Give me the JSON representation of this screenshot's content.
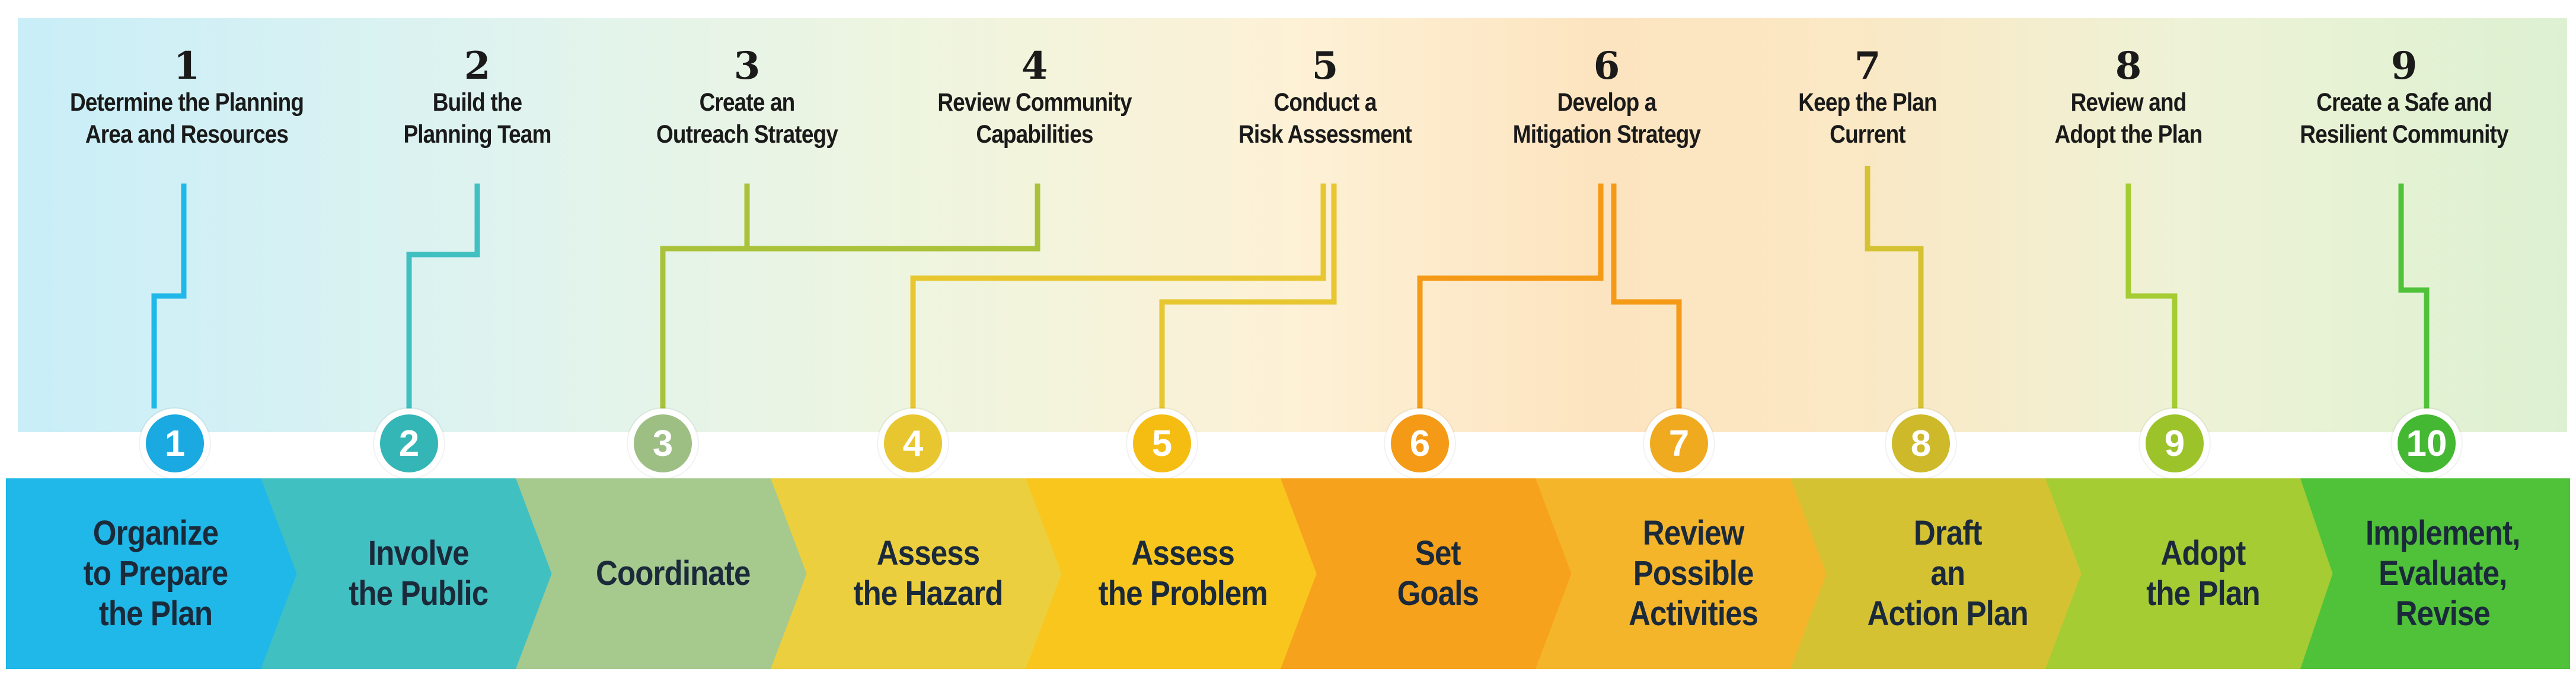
{
  "top_steps": [
    {
      "number": "1",
      "text": "Determine the Planning\nArea and Resources"
    },
    {
      "number": "2",
      "text": "Build the\nPlanning Team"
    },
    {
      "number": "3",
      "text": "Create an\nOutreach Strategy"
    },
    {
      "number": "4",
      "text": "Review Community\nCapabilities"
    },
    {
      "number": "5",
      "text": "Conduct a\nRisk Assessment"
    },
    {
      "number": "6",
      "text": "Develop a\nMitigation Strategy"
    },
    {
      "number": "7",
      "text": "Keep the Plan\nCurrent"
    },
    {
      "number": "8",
      "text": "Review and\nAdopt the Plan"
    },
    {
      "number": "9",
      "text": "Create a Safe and\nResilient Community"
    }
  ],
  "bottom_steps": [
    {
      "number": "1",
      "label": "Organize\nto Prepare\nthe Plan",
      "color": "#1fb8e8",
      "circle_color": "#1aa9e0"
    },
    {
      "number": "2",
      "label": "Involve\nthe Public",
      "color": "#41c0c2",
      "circle_color": "#35b6b6"
    },
    {
      "number": "3",
      "label": "Coordinate",
      "color": "#a6c98e",
      "circle_color": "#9dbf84"
    },
    {
      "number": "4",
      "label": "Assess\nthe Hazard",
      "color": "#eccf3e",
      "circle_color": "#e8c630"
    },
    {
      "number": "5",
      "label": "Assess\nthe Problem",
      "color": "#f9c61d",
      "circle_color": "#f5bd12"
    },
    {
      "number": "6",
      "label": "Set\nGoals",
      "color": "#f7a21c",
      "circle_color": "#f49a16"
    },
    {
      "number": "7",
      "label": "Review\nPossible\nActivities",
      "color": "#f5b52a",
      "circle_color": "#f0aa20"
    },
    {
      "number": "8",
      "label": "Draft\nan\nAction Plan",
      "color": "#d5c233",
      "circle_color": "#cdb92a"
    },
    {
      "number": "9",
      "label": "Adopt\nthe Plan",
      "color": "#a5cc33",
      "circle_color": "#9cc42a"
    },
    {
      "number": "10",
      "label": "Implement,\nEvaluate,\nRevise",
      "color": "#4fc23a",
      "circle_color": "#44b832"
    }
  ],
  "connector_colors": {
    "c1": "#1fb8e8",
    "c2": "#41c0c2",
    "c34": "#a9c23a",
    "c5": "#e8c630",
    "c6": "#f49a16",
    "c7": "#d5c233",
    "c8": "#a5cc33",
    "c9": "#4fc23a"
  }
}
